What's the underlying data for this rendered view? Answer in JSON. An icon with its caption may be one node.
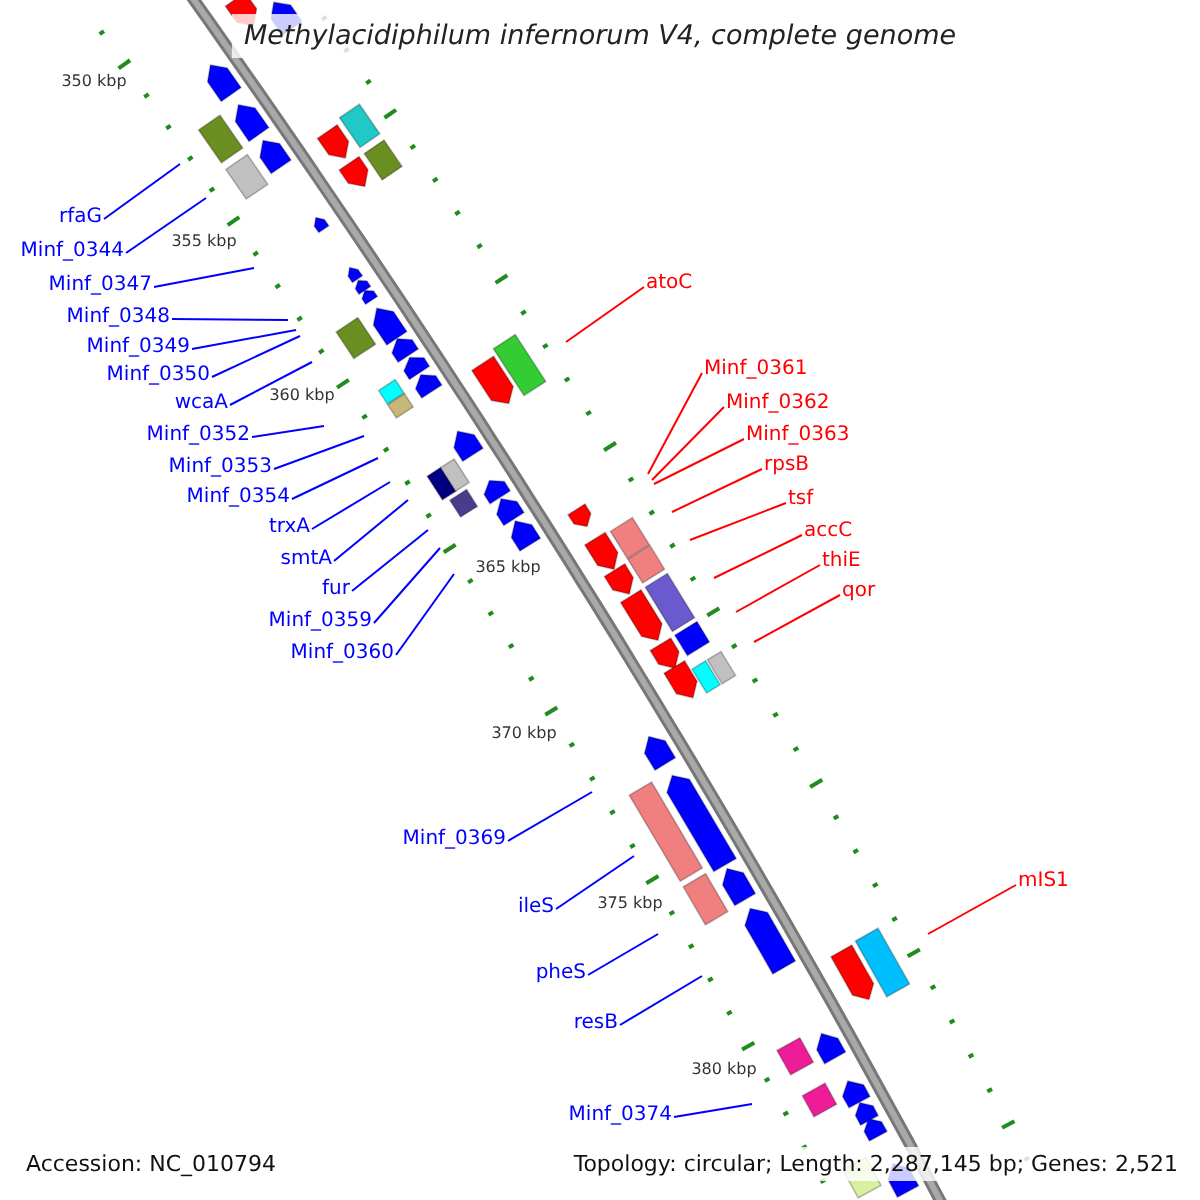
{
  "diagram": {
    "title": "Methylacidiphilum infernorum V4, complete genome",
    "nodes": [
      {
        "text": [
          "rfaG"
        ]
      },
      {
        "text": [
          "Minf_0344"
        ]
      },
      {
        "text": [
          "Minf_0347"
        ]
      },
      {
        "text": [
          "Minf_0348"
        ]
      },
      {
        "text": [
          "Minf_0349"
        ]
      },
      {
        "text": [
          "Minf_0350"
        ]
      },
      {
        "text": [
          "wcaA"
        ]
      },
      {
        "text": [
          "Minf_0352"
        ]
      },
      {
        "text": [
          "Minf_0353"
        ]
      },
      {
        "text": [
          "Minf_0354"
        ]
      },
      {
        "text": [
          "trxA"
        ]
      },
      {
        "text": [
          "smtA"
        ]
      },
      {
        "text": [
          "fur"
        ]
      },
      {
        "text": [
          "Minf_0359"
        ]
      },
      {
        "text": [
          "Minf_0360"
        ]
      },
      {
        "text": [
          "atoC"
        ]
      },
      {
        "text": [
          "Minf_0361"
        ]
      },
      {
        "text": [
          "Minf_0362"
        ]
      },
      {
        "text": [
          "Minf_0363"
        ]
      },
      {
        "text": [
          "rpsB"
        ]
      },
      {
        "text": [
          "tsf"
        ]
      },
      {
        "text": [
          "accC"
        ]
      },
      {
        "text": [
          "thiE"
        ]
      },
      {
        "text": [
          "qor"
        ]
      },
      {
        "text": [
          "Minf_0369"
        ]
      },
      {
        "text": [
          "ileS"
        ]
      },
      {
        "text": [
          "pheS"
        ]
      },
      {
        "text": [
          "resB"
        ]
      },
      {
        "text": [
          "mIS1"
        ]
      },
      {
        "text": [
          "Minf_0374"
        ]
      }
    ],
    "edges": [
      {
        "from": 0,
        "to": null,
        "arrow": "none"
      },
      {
        "from": 1,
        "to": null,
        "arrow": "none"
      },
      {
        "from": 2,
        "to": null,
        "arrow": "none"
      },
      {
        "from": 3,
        "to": null,
        "arrow": "none"
      },
      {
        "from": 4,
        "to": null,
        "arrow": "none"
      },
      {
        "from": 5,
        "to": null,
        "arrow": "none"
      },
      {
        "from": 6,
        "to": null,
        "arrow": "none"
      },
      {
        "from": 7,
        "to": null,
        "arrow": "none"
      },
      {
        "from": 8,
        "to": null,
        "arrow": "none"
      },
      {
        "from": 9,
        "to": null,
        "arrow": "none"
      },
      {
        "from": 10,
        "to": null,
        "arrow": "none"
      },
      {
        "from": 11,
        "to": null,
        "arrow": "none"
      },
      {
        "from": 12,
        "to": null,
        "arrow": "none"
      },
      {
        "from": 13,
        "to": null,
        "arrow": "none"
      },
      {
        "from": 14,
        "to": null,
        "arrow": "none"
      },
      {
        "from": 15,
        "to": null,
        "arrow": "none",
        "color": "#ff0000"
      },
      {
        "from": 16,
        "to": null,
        "arrow": "none",
        "color": "#ff0000"
      },
      {
        "from": 17,
        "to": null,
        "arrow": "none",
        "color": "#ff0000"
      },
      {
        "from": 18,
        "to": null,
        "arrow": "none",
        "color": "#ff0000"
      },
      {
        "from": 19,
        "to": null,
        "arrow": "none",
        "color": "#ff0000"
      },
      {
        "from": 20,
        "to": null,
        "arrow": "none",
        "color": "#ff0000"
      },
      {
        "from": 21,
        "to": null,
        "arrow": "none",
        "color": "#ff0000"
      },
      {
        "from": 22,
        "to": null,
        "arrow": "none",
        "color": "#ff0000"
      },
      {
        "from": 23,
        "to": null,
        "arrow": "none",
        "color": "#ff0000"
      },
      {
        "from": 24,
        "to": null,
        "arrow": "none"
      },
      {
        "from": 25,
        "to": null,
        "arrow": "none"
      },
      {
        "from": 26,
        "to": null,
        "arrow": "none"
      },
      {
        "from": 27,
        "to": null,
        "arrow": "none"
      },
      {
        "from": 28,
        "to": null,
        "arrow": "none",
        "color": "#ff0000"
      },
      {
        "from": 29,
        "to": null,
        "arrow": "none"
      }
    ],
    "labels": [
      "350 kbp",
      "355 kbp",
      "360 kbp",
      "365 kbp",
      "370 kbp",
      "375 kbp",
      "380 kbp",
      "Accession: NC_010794",
      "Topology: circular; Length: 2,287,145 bp; Genes: 2,521"
    ]
  }
}
